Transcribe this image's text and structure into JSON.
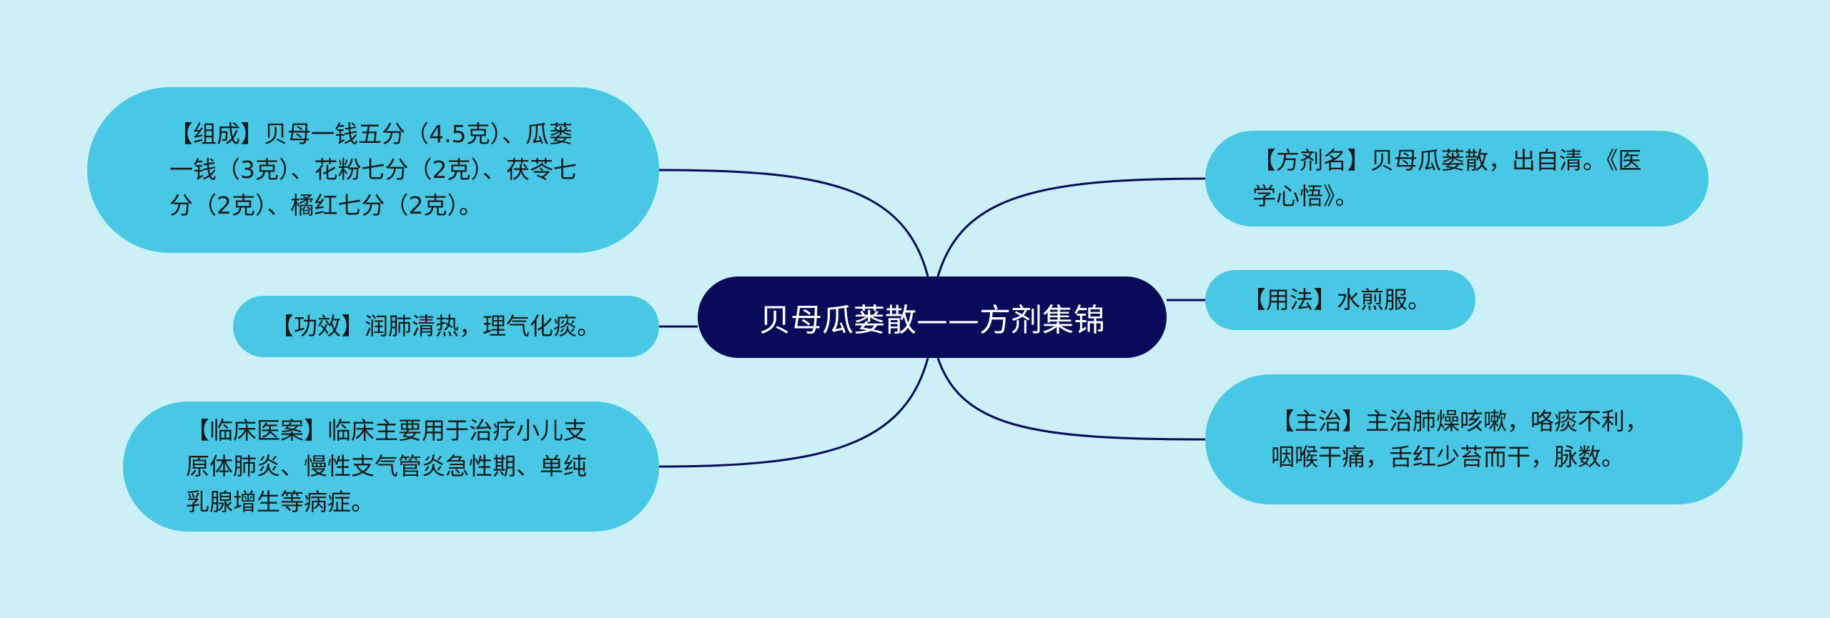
{
  "center": {
    "title": "贝母瓜蒌散——方剂集锦"
  },
  "branches": {
    "composition": "【组成】贝母一钱五分（4.5克）、瓜蒌一钱（3克）、花粉七分（2克）、茯苓七分（2克）、橘红七分（2克）。",
    "efficacy": "【功效】润肺清热，理气化痰。",
    "clinical_cases": "【临床医案】临床主要用于治疗小儿支原体肺炎、慢性支气管炎急性期、单纯乳腺增生等病症。",
    "formula_name": "【方剂名】贝母瓜蒌散，出自清。《医学心悟》。",
    "usage": "【用法】水煎服。",
    "indications": "【主治】主治肺燥咳嗽，咯痰不利，咽喉干痛，舌红少苔而干，脉数。"
  },
  "colors": {
    "background": "#cbf0f7",
    "center_fill": "#070b5a",
    "branch_fill": "#48c8e4",
    "connector": "#070b5a"
  }
}
